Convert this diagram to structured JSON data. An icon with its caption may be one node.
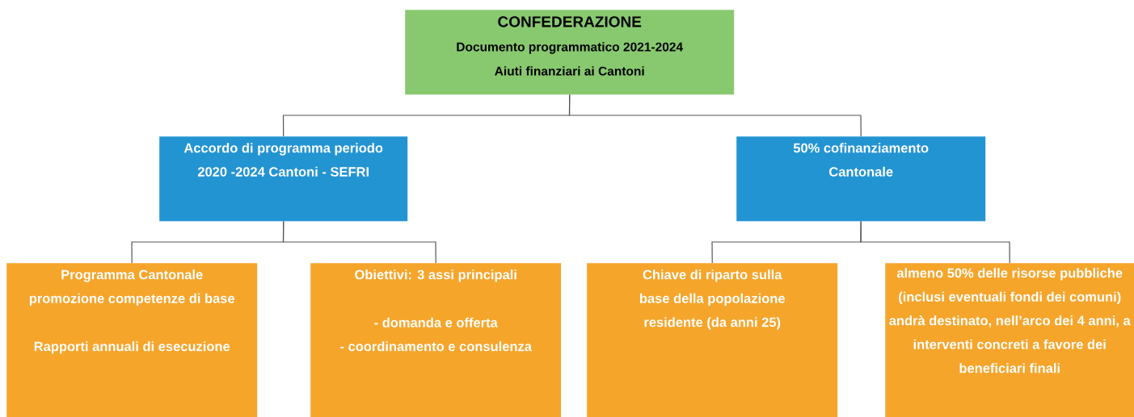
{
  "diagram": {
    "nodes": [
      {
        "text": [
          "CONFEDERAZIONE",
          "Documento programmatico 2021-2024",
          "Aiuti finanziari ai Cantoni"
        ]
      },
      {
        "text": [
          "Accordo di programma periodo 2020 -2024 Cantoni - SEFRI"
        ]
      },
      {
        "text": [
          "50% cofinanziamento Cantonale"
        ]
      },
      {
        "text": [
          "Programma Cantonale promozione competenze di base",
          "Rapporti annuali di esecuzione"
        ]
      },
      {
        "text": [
          "Obiettivi: 3 assi principali",
          "- domanda e offerta",
          "- coordinamento e consulenza"
        ]
      },
      {
        "text": [
          "Chiave di riparto sulla base della popolazione residente (da anni 25)"
        ]
      },
      {
        "text": [
          "almeno 50% delle risorse pubbliche (inclusi eventuali fondi dei comuni) andrà destinato, nell’arco dei 4 anni, a interventi concreti a favore dei beneficiari finali"
        ]
      }
    ],
    "edges": [
      {
        "from": 0,
        "to": 1,
        "arrow": "none"
      },
      {
        "from": 0,
        "to": 2,
        "arrow": "none"
      },
      {
        "from": 1,
        "to": 3,
        "arrow": "none"
      },
      {
        "from": 1,
        "to": 4,
        "arrow": "none"
      },
      {
        "from": 2,
        "to": 5,
        "arrow": "none"
      },
      {
        "from": 2,
        "to": 6,
        "arrow": "none"
      }
    ]
  }
}
